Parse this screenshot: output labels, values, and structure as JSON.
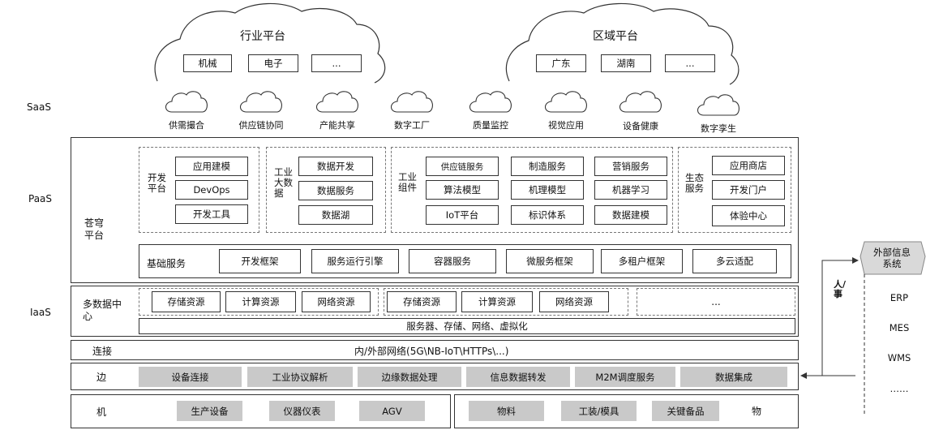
{
  "layers": {
    "saas": "SaaS",
    "paas": "PaaS",
    "iaas": "IaaS"
  },
  "industry_cloud": {
    "title": "行业平台",
    "items": [
      "机械",
      "电子",
      "..."
    ]
  },
  "region_cloud": {
    "title": "区域平台",
    "items": [
      "广东",
      "湖南",
      "..."
    ]
  },
  "saas_apps": [
    "供需撮合",
    "供应链协同",
    "产能共享",
    "数字工厂",
    "质量监控",
    "视觉应用",
    "设备健康",
    "数字孪生"
  ],
  "cangqiong": "苍穹平台",
  "dev_platform": {
    "label": "开发平台",
    "items": [
      "应用建模",
      "DevOps",
      "开发工具"
    ]
  },
  "big_data": {
    "label": "工业大数据",
    "items": [
      "数据开发",
      "数据服务",
      "数据湖"
    ]
  },
  "components": {
    "label": "工业组件",
    "col1": [
      "供应链服务",
      "算法模型",
      "IoT平台"
    ],
    "col2": [
      "制造服务",
      "机理模型",
      "标识体系"
    ],
    "col3": [
      "营销服务",
      "机器学习",
      "数据建模"
    ]
  },
  "ecosystem": {
    "label": "生态服务",
    "items": [
      "应用商店",
      "开发门户",
      "体验中心"
    ]
  },
  "base_services": {
    "label": "基础服务",
    "items": [
      "开发框架",
      "服务运行引擎",
      "容器服务",
      "微服务框架",
      "多租户框架",
      "多云适配"
    ]
  },
  "multi_dc": "多数据中心",
  "resources_a": [
    "存储资源",
    "计算资源",
    "网络资源"
  ],
  "resources_b": [
    "存储资源",
    "计算资源",
    "网络资源"
  ],
  "resources_more": "...",
  "virtualization": "服务器、存储、网络、虚拟化",
  "connect": {
    "label": "连接",
    "text": "内/外部网络(5G\\NB-IoT\\HTTPs\\...)"
  },
  "edge": {
    "label": "边",
    "items": [
      "设备连接",
      "工业协议解析",
      "边缘数据处理",
      "信息数据转发",
      "M2M调度服务",
      "数据集成"
    ]
  },
  "machine": {
    "label": "机",
    "items": [
      "生产设备",
      "仪器仪表",
      "AGV"
    ]
  },
  "material": {
    "label": "物",
    "items": [
      "物料",
      "工装/模具",
      "关键备品"
    ]
  },
  "external": {
    "title": "外部信息系统",
    "items": [
      "ERP",
      "MES",
      "WMS",
      "……"
    ],
    "arrow_label": "人/事"
  }
}
